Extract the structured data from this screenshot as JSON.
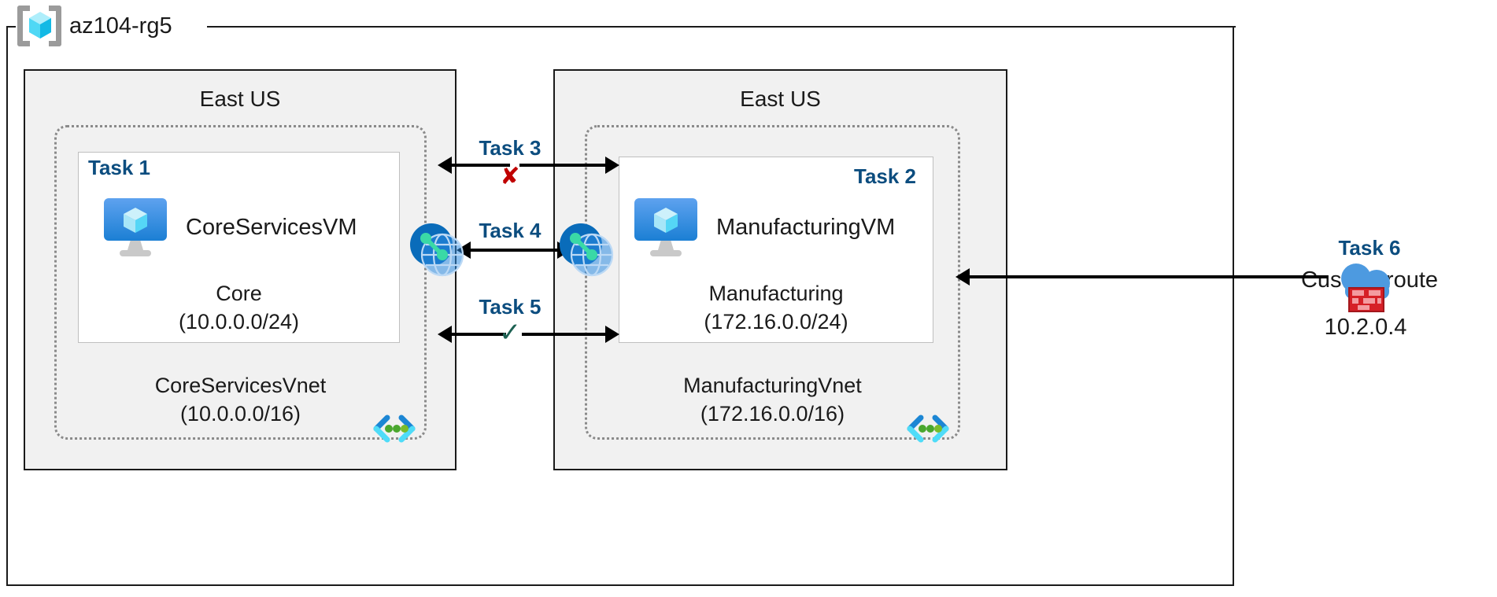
{
  "resource_group": {
    "name": "az104-rg5",
    "icon": "resource-group-cube-icon"
  },
  "regions": [
    {
      "id": "left",
      "title": "East US"
    },
    {
      "id": "right",
      "title": "East US"
    }
  ],
  "vnets": [
    {
      "id": "core",
      "name": "CoreServicesVnet",
      "cidr": "(10.0.0.0/16)",
      "subnet_glyph": "code-brackets-icon"
    },
    {
      "id": "manufacturing",
      "name": "ManufacturingVnet",
      "cidr": "(172.16.0.0/16)",
      "subnet_glyph": "code-brackets-icon"
    }
  ],
  "subnets": [
    {
      "id": "core-subnet",
      "task": "Task 1",
      "vm_name": "CoreServicesVM",
      "vm_icon": "virtual-machine-icon",
      "subnet_name": "Core",
      "cidr": "(10.0.0.0/24)"
    },
    {
      "id": "manufacturing-subnet",
      "task": "Task 2",
      "vm_name": "ManufacturingVM",
      "vm_icon": "virtual-machine-icon",
      "subnet_name": "Manufacturing",
      "cidr": "(172.16.0.0/24)"
    }
  ],
  "connectors": [
    {
      "id": "task3",
      "label": "Task 3",
      "marker": "✘",
      "marker_kind": "x",
      "marker_color": "#c00000"
    },
    {
      "id": "task4",
      "label": "Task 4",
      "marker": "",
      "marker_kind": "none",
      "marker_color": ""
    },
    {
      "id": "task5",
      "label": "Task 5",
      "marker": "✓",
      "marker_kind": "check",
      "marker_color": "#1d6153"
    }
  ],
  "peering_icons": [
    {
      "id": "peer-left",
      "icon": "vnet-peering-globe-icon"
    },
    {
      "id": "peer-right",
      "icon": "vnet-peering-globe-icon"
    }
  ],
  "custom_route": {
    "task": "Task 6",
    "title": "Custom route",
    "ip": "10.2.0.4",
    "icon": "firewall-cloud-icon"
  },
  "colors": {
    "accent_blue": "#0c4d7f",
    "region_fill": "#f1f1f1",
    "frame_stroke": "#1a1a1a",
    "vnet_dotted": "#8a8a8a",
    "subnet_border": "#bfbfbf",
    "x_red": "#c00000",
    "check_green": "#1d6153",
    "vm_blue": "#1b7fd4",
    "cube_cyan": "#9fe3f7",
    "firewall_red": "#d62027",
    "cloud_blue": "#4d9ae0"
  }
}
